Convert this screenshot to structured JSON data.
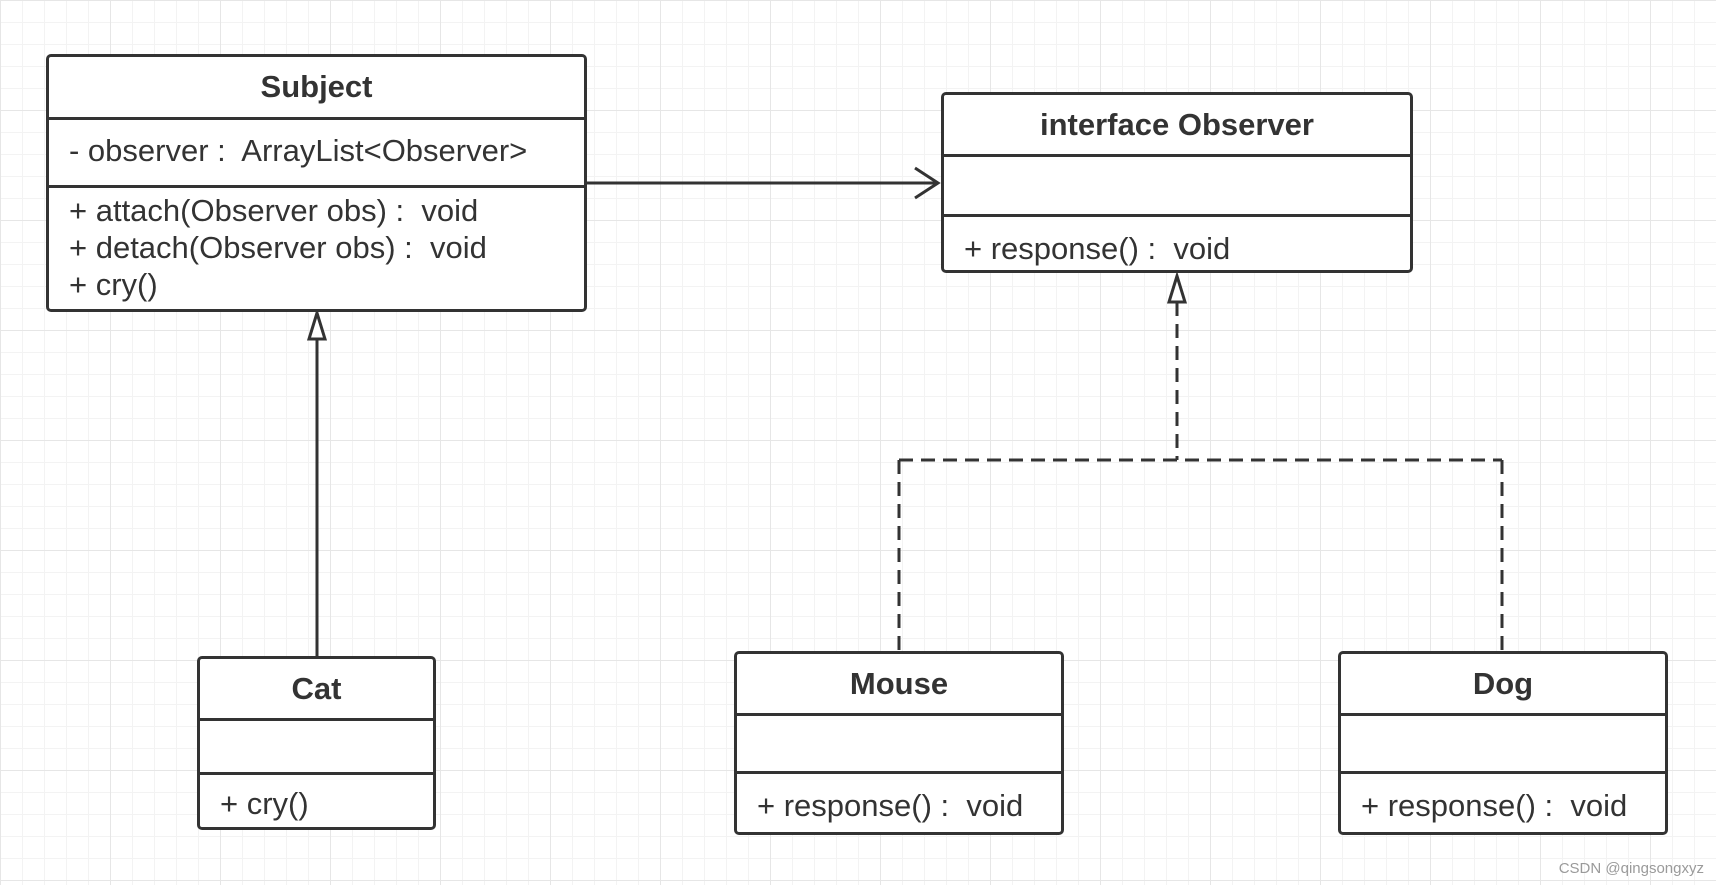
{
  "classes": {
    "subject": {
      "name": "Subject",
      "attributes": [
        "- observer :  ArrayList<Observer>"
      ],
      "methods": [
        "+ attach(Observer obs) :  void",
        "+ detach(Observer obs) :  void",
        "+ cry()"
      ]
    },
    "observer": {
      "name": "interface Observer",
      "methods": [
        "+ response() :  void"
      ]
    },
    "cat": {
      "name": "Cat",
      "methods": [
        "+ cry()"
      ]
    },
    "mouse": {
      "name": "Mouse",
      "methods": [
        "+ response() :  void"
      ]
    },
    "dog": {
      "name": "Dog",
      "methods": [
        "+ response() :  void"
      ]
    }
  },
  "watermark": "CSDN @qingsongxyz",
  "colors": {
    "stroke": "#333333",
    "grid": "#e6e6e6",
    "background": "#ffffff"
  }
}
